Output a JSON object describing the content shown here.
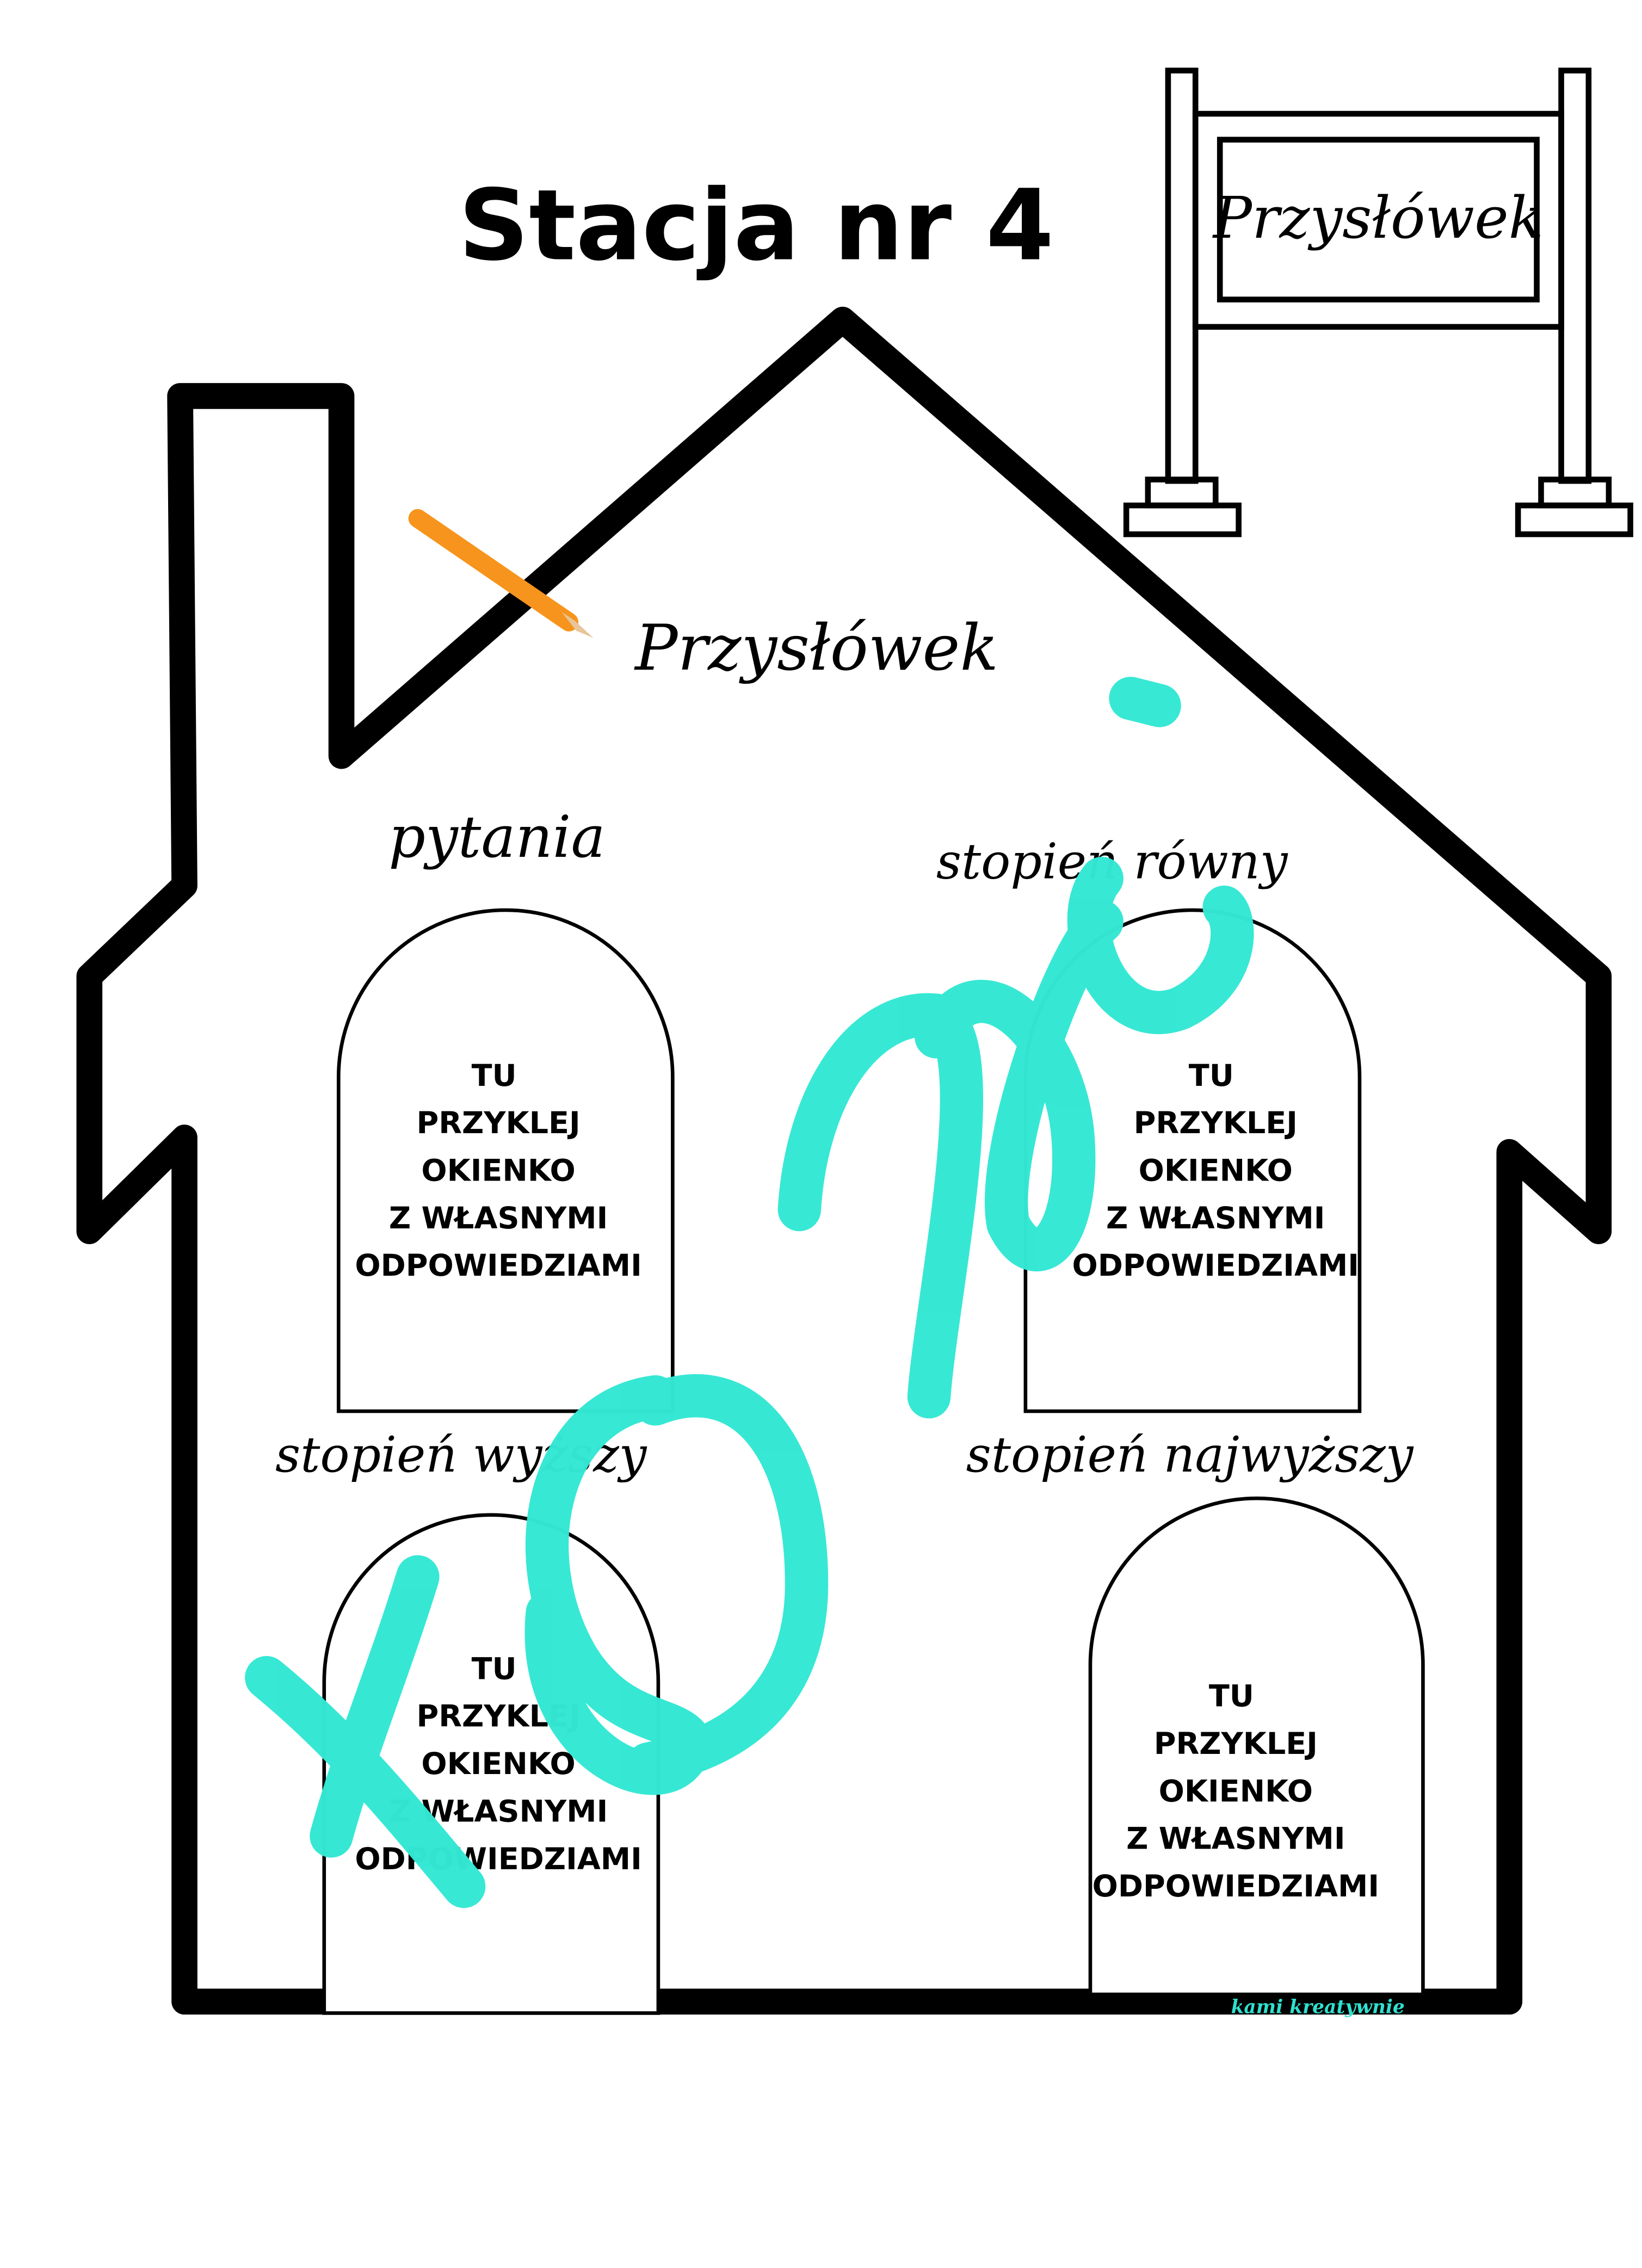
{
  "title": "Stacja nr 4",
  "sign": {
    "label": "Przysłówek"
  },
  "house_heading": "Przysłówek",
  "sections": [
    {
      "label": "pytania"
    },
    {
      "label": "stopień równy"
    },
    {
      "label": "stopień wyższy"
    },
    {
      "label": "stopień najwyższy"
    }
  ],
  "door_text": [
    "TU",
    "PRZYKLEJ",
    "OKIENKO",
    "Z WŁASNYMI",
    "ODPOWIEDZIAMI"
  ],
  "watermark": "kami kreatywnie",
  "colors": {
    "scribble": "#33e8d4",
    "pencil": "#f7941d",
    "outline": "#000000"
  }
}
